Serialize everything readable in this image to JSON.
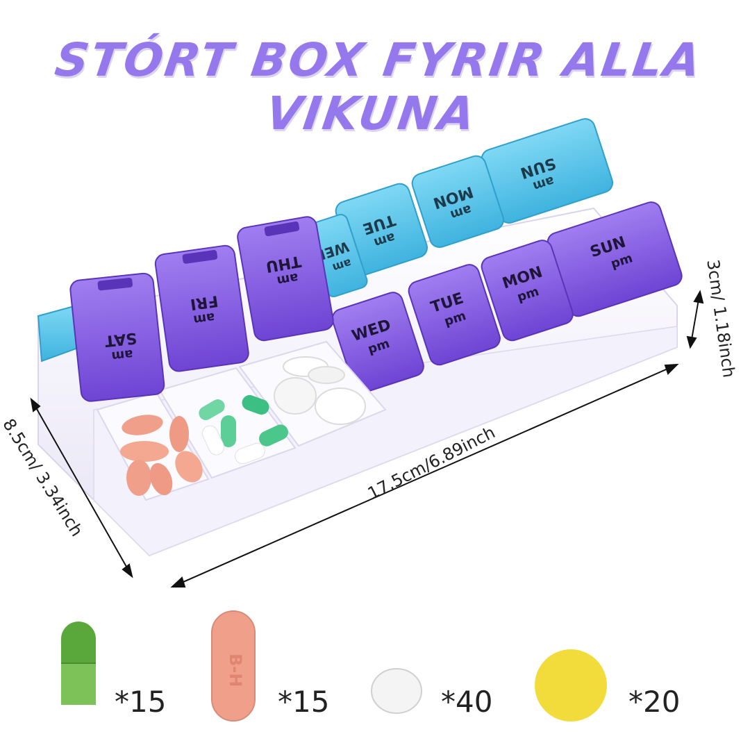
{
  "title": "STÓRT BOX FYRIR ALLA VIKUNA",
  "dimensions": {
    "length": "17.5cm/6.89inch",
    "depth": "8.5cm/ 3.34inch",
    "height": "3cm/ 1.18inch"
  },
  "lids_am": [
    {
      "day": "SUN",
      "period": "am"
    },
    {
      "day": "MON",
      "period": "am"
    },
    {
      "day": "TUE",
      "period": "am"
    },
    {
      "day": "WED",
      "period": "am"
    }
  ],
  "lids_open": [
    {
      "day": "SAT",
      "period": "am"
    },
    {
      "day": "FRI",
      "period": "am"
    },
    {
      "day": "THU",
      "period": "am"
    }
  ],
  "lids_pm": [
    {
      "day": "SUN",
      "period": "pm"
    },
    {
      "day": "MON",
      "period": "pm"
    },
    {
      "day": "TUE",
      "period": "pm"
    },
    {
      "day": "WED",
      "period": "pm"
    }
  ],
  "pills": {
    "capsule_count": "*15",
    "oval_count": "*15",
    "oval_imprint": "B-H",
    "round_white_count": "*40",
    "round_yellow_count": "*20"
  },
  "colors": {
    "title": "#9478ec",
    "lid_blue": "#5ec8ea",
    "lid_purple": "#8a5fe0",
    "box_body": "#ffffff",
    "capsule_green": "#5aa83c",
    "oval_pink": "#f0a08a",
    "yellow_tablet": "#f2dc3c"
  }
}
